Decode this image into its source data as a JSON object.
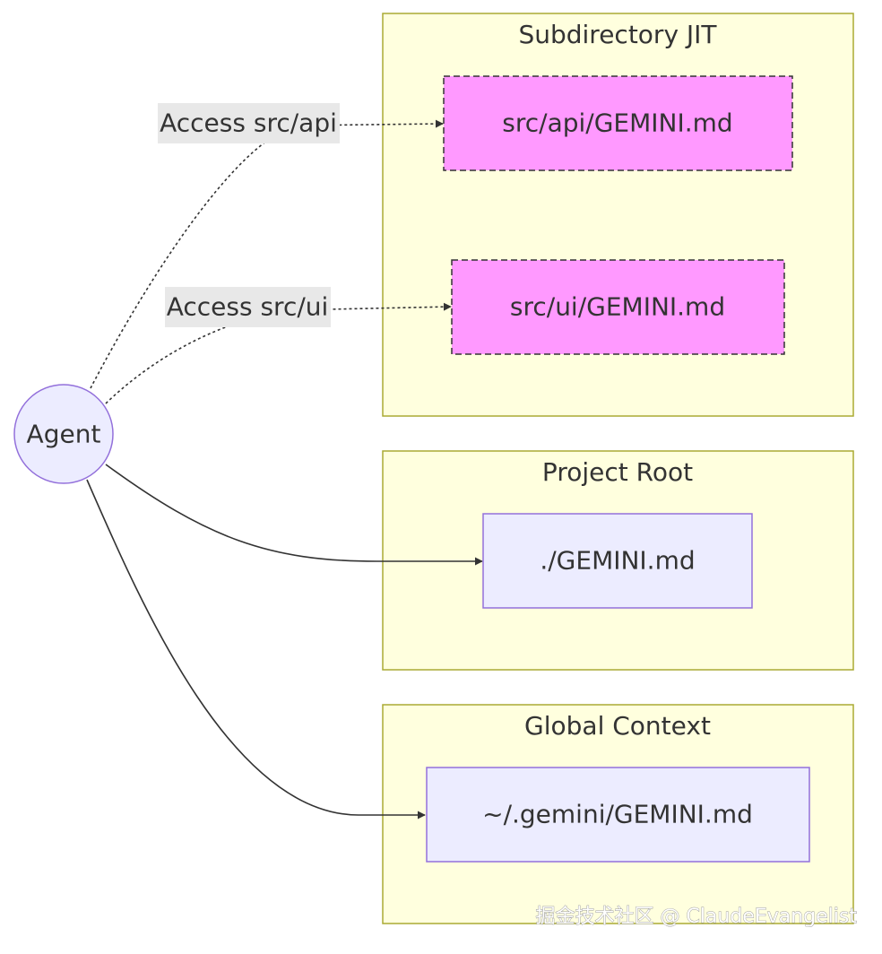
{
  "subgraphs": {
    "subdirectory_jit": "Subdirectory JIT",
    "project_root": "Project Root",
    "global_context": "Global Context"
  },
  "nodes": {
    "agent": "Agent",
    "api_gemini": "src/api/GEMINI.md",
    "ui_gemini": "src/ui/GEMINI.md",
    "root_gemini": "./GEMINI.md",
    "global_gemini": "~/.gemini/GEMINI.md"
  },
  "edges": {
    "access_api": "Access src/api",
    "access_ui": "Access src/ui"
  },
  "watermark": "掘金技术社区 @ ClaudeEvangelist",
  "colors": {
    "subgraph_fill": "#ffffde",
    "subgraph_stroke": "#aaaa33",
    "jit_node_fill": "#ff99ff",
    "node_fill": "#ececff",
    "node_stroke": "#9370db",
    "edge": "#333333",
    "edge_label_bg": "#e8e8e8"
  }
}
